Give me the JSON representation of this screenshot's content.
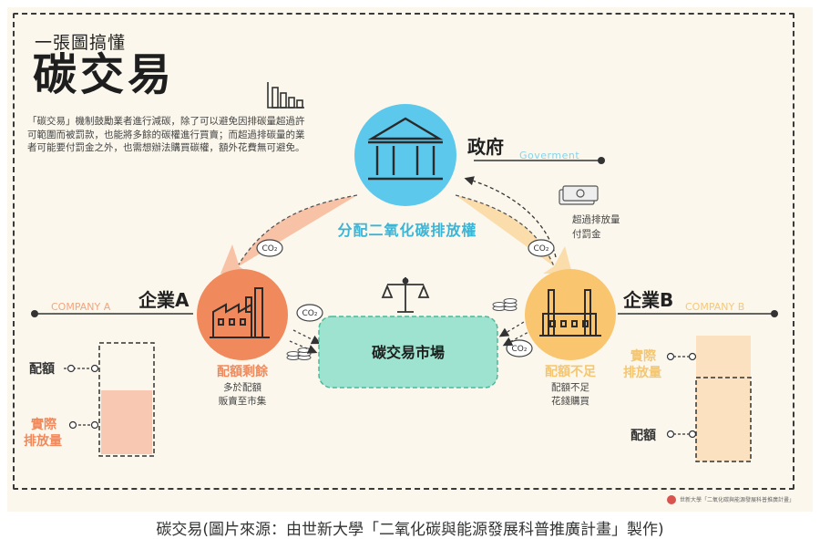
{
  "header": {
    "subtitle": "一張圖搞懂",
    "title": "碳交易",
    "description": "「碳交易」機制鼓勵業者進行減碳，除了可以避免因排碳量超過許可範圍而被罰款，也能將多餘的碳權進行買賣；而超過排碳量的業者可能要付罰金之外，也需想辦法購買碳權，額外花費無可避免。"
  },
  "government": {
    "label": "政府",
    "label_en": "Goverment",
    "allocation": "分配二氧化碳排放權",
    "fine_note_1": "超過排放量",
    "fine_note_2": "付罰金"
  },
  "market": {
    "label": "碳交易市場"
  },
  "company_a": {
    "label": "企業A",
    "label_en": "COMPANY A",
    "status": "配額剩餘",
    "note_1": "多於配額",
    "note_2": "販賣至市集",
    "quota_label": "配額",
    "actual_label_1": "實際",
    "actual_label_2": "排放量"
  },
  "company_b": {
    "label": "企業B",
    "label_en": "COMPANY B",
    "status": "配額不足",
    "note_1": "配額不足",
    "note_2": "花錢購買",
    "quota_label": "配額",
    "actual_label_1": "實際",
    "actual_label_2": "排放量"
  },
  "co2_tag": "CO₂",
  "footer_logo_text": "世新大學「二氧化碳與能源發展科普推廣計畫」",
  "caption": "碳交易(圖片來源：由世新大學「二氧化碳與能源發展科普推廣計畫」製作)",
  "colors": {
    "background": "#fbf7ec",
    "government": "#5bc8ec",
    "market": "#9ee3cf",
    "company_a": "#f08a5d",
    "company_b": "#f9c56e",
    "arrow_a": "#f7b99a",
    "arrow_b": "#f9d9a3"
  }
}
